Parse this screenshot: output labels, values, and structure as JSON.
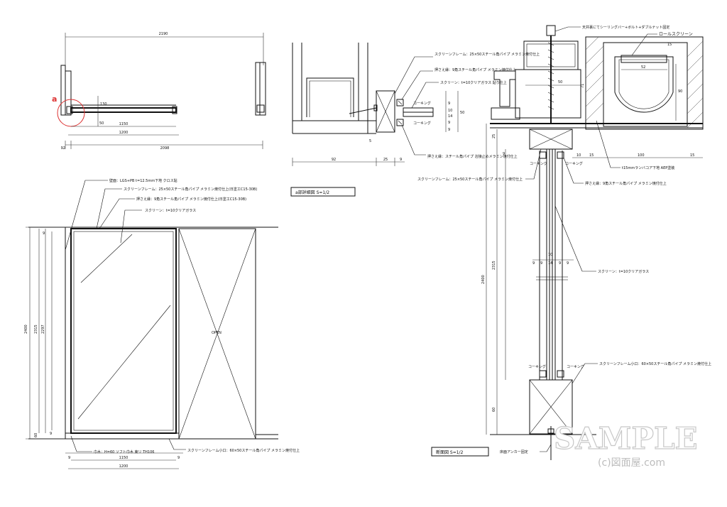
{
  "plan": {
    "overall": "2190",
    "d1150": "1150",
    "d1200": "1200",
    "d2098": "2098",
    "d92": "92",
    "d50": "50",
    "d130": "130",
    "marker": "a"
  },
  "elevation": {
    "note_wall": "壁面：LGS+PB t=12.5mm下地 クロス貼",
    "note_frame": "スクリーンフレーム：25×50スチール角パイプ メラミン焼付仕上(日塗工C15-30B)",
    "note_stop": "押さえ縁：9角スチール角パイプ メラミン焼付仕上(日塗工C15-30B)",
    "note_glass": "スクリーン：t=10クリアガラス",
    "note_base": "巾木：H=60 ソフト巾木 東リ TH106",
    "note_bottom": "スクリーンフレーム小口：60×50スチール角パイプ メラミン焼付仕上",
    "open": "OPEN",
    "h2400": "2400",
    "h2315": "2315",
    "h2297": "2297",
    "h9a": "9",
    "h60": "60",
    "h9b": "9",
    "w9a": "9",
    "w1150": "1150",
    "w9b": "9",
    "w1200": "1200"
  },
  "detail": {
    "title": "a部詳細図 S=1/2",
    "note_frame": "スクリーンフレーム：25×50スチール角パイプ メラミン焼付仕上",
    "note_stop1": "押さえ縁：9角スチール角パイプ メラミン焼付仕上",
    "note_glass": "スクリーン：t=10クリアガラス 貼り仕上",
    "note_stop2": "押さえ縁：スチール角パイプ 溶接止めメラミン焼付仕上",
    "caulk1": "コーキング",
    "caulk2": "コーキング",
    "d92": "92",
    "d25": "25",
    "d9": "9",
    "d5": "5",
    "dims_v": [
      "9",
      "10",
      "14",
      "9",
      "9"
    ],
    "d50": "50"
  },
  "section": {
    "title": "断面図 S=1/2",
    "note_top": "天井裏にてシーリングバー+ボルト+ダブルナット固定",
    "note_roll": "ロールスクリーン",
    "note_board": "t15mmランバコア下地 AEP塗装",
    "note_frame": "スクリーンフレーム：25×50スチール角パイプ メラミン焼付仕上",
    "note_stop": "押さえ縁：9角スチール角パイプ メラミン焼付仕上",
    "note_glass": "スクリーン：t=10クリアガラス",
    "note_bottom": "スクリーンフレーム小口：60×50スチール角パイプ メラミン焼付仕上",
    "note_anchor": "床面アンカー固定",
    "caulk": [
      "コーキング",
      "コーキング",
      "コーキング",
      "コーキング"
    ],
    "d50": "50",
    "d52": "52",
    "d71": "71",
    "d90": "90",
    "d10": "10",
    "d15a": "15",
    "d100": "100",
    "d15b": "15",
    "d25": "25",
    "d9": "9",
    "d2400": "2400",
    "d2315": "2315",
    "d60": "60",
    "mid_dims": [
      "9",
      "9",
      "14",
      "9",
      "9"
    ],
    "d10b": "10",
    "d15c": "15"
  },
  "watermark": {
    "main": "SAMPLE",
    "sub": "(c)図面屋.com"
  }
}
